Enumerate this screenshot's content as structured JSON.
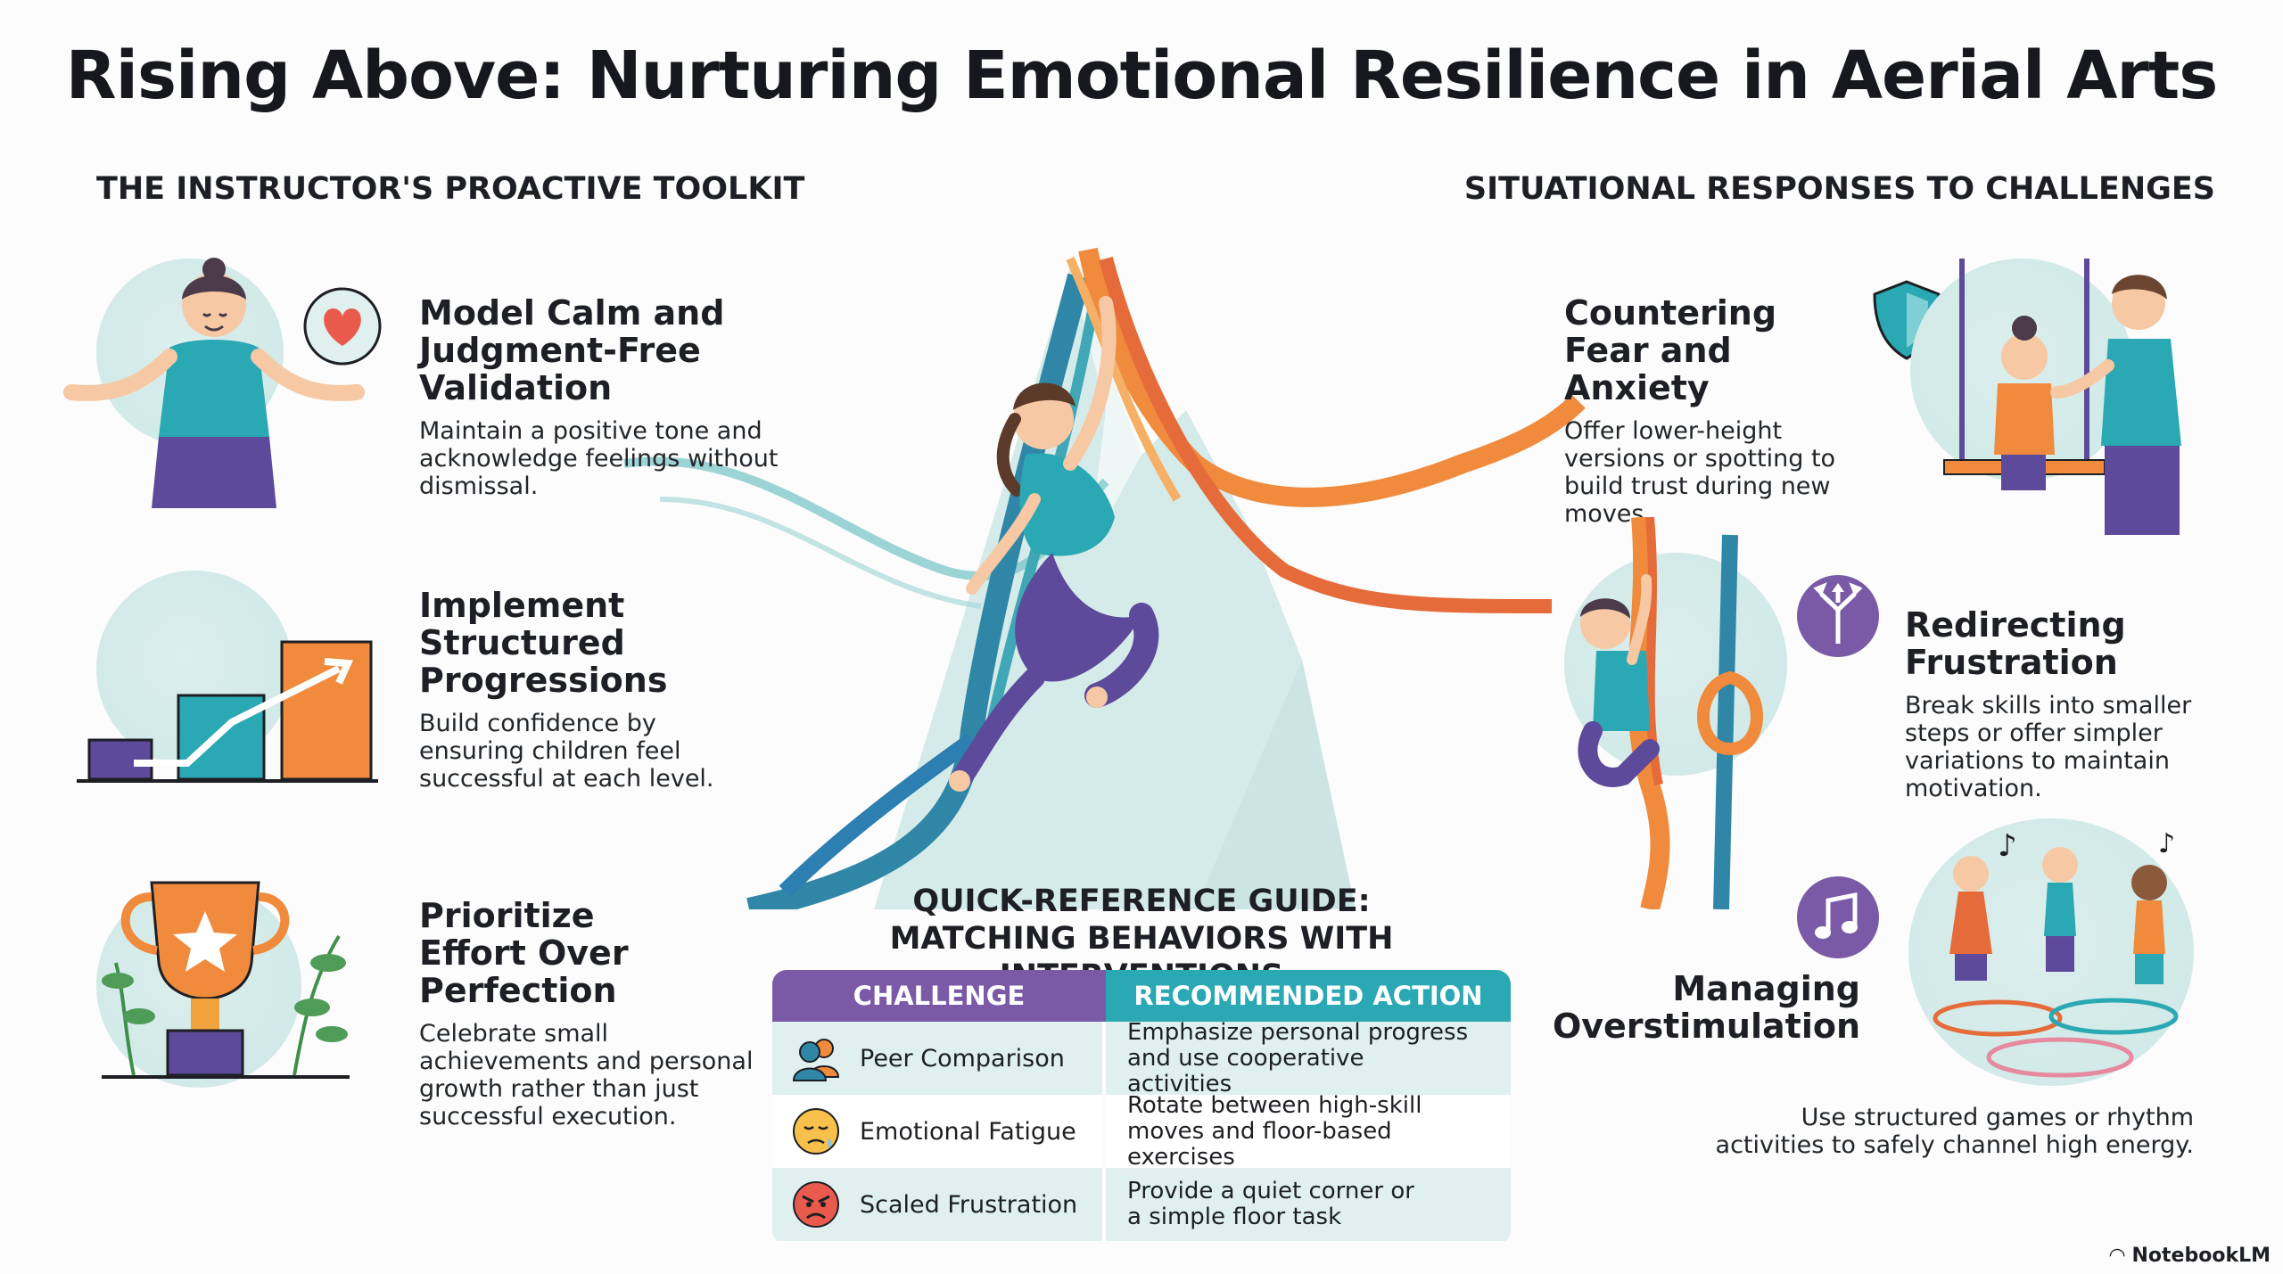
{
  "title": "Rising Above: Nurturing Emotional Resilience in Aerial Arts",
  "left_heading": "THE INSTRUCTOR'S PROACTIVE TOOLKIT",
  "right_heading": "SITUATIONAL RESPONSES TO CHALLENGES",
  "toolkit": [
    {
      "title": "Model Calm and Judgment-Free Validation",
      "text": "Maintain a positive tone and acknowledge feelings without dismissal.",
      "icon": "heart-icon"
    },
    {
      "title": "Implement Structured Progressions",
      "text": "Build confidence by ensuring children feel successful at each level.",
      "icon": "steps-icon"
    },
    {
      "title": "Prioritize Effort Over Perfection",
      "text": "Celebrate small achievements and personal growth rather than just successful execution.",
      "icon": "trophy-icon"
    }
  ],
  "responses": [
    {
      "title": "Countering Fear and Anxiety",
      "text": "Offer lower-height versions or spotting to build trust during new moves.",
      "icon": "shield-icon"
    },
    {
      "title": "Redirecting Frustration",
      "text": "Break skills into smaller steps or offer simpler variations to maintain motivation.",
      "icon": "split-arrows-icon"
    },
    {
      "title": "Managing Overstimulation",
      "text": "Use structured games or rhythm activities to safely channel high energy.",
      "icon": "music-note-icon"
    }
  ],
  "guide": {
    "title_line1": "QUICK-REFERENCE GUIDE:",
    "title_line2": "MATCHING BEHAVIORS WITH INTERVENTIONS",
    "col_challenge": "CHALLENGE",
    "col_action": "RECOMMENDED ACTION",
    "rows": [
      {
        "challenge": "Peer Comparison",
        "action": "Emphasize personal progress and use cooperative activities",
        "icon": "people-icon"
      },
      {
        "challenge": "Emotional Fatigue",
        "action": "Rotate between high-skill moves and floor-based exercises",
        "icon": "tired-face-icon"
      },
      {
        "challenge": "Scaled Frustration",
        "action": "Provide a quiet corner or a simple floor task",
        "icon": "angry-face-icon"
      }
    ]
  },
  "brand": "NotebookLM",
  "colors": {
    "teal": "#2aa8b3",
    "purple": "#7a5aa6",
    "orange": "#f08a3c",
    "blob": "#d2eae8"
  }
}
